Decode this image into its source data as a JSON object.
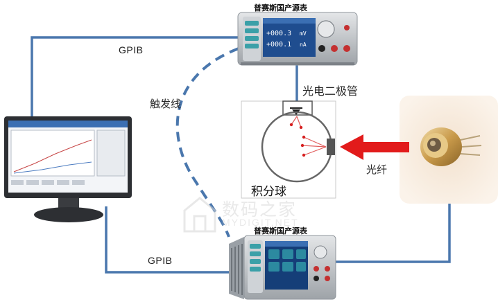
{
  "labels": {
    "smu_top": "普赛斯国产源表",
    "smu_bottom": "普赛斯国产源表",
    "gpib_top": "GPIB",
    "gpib_bottom": "GPIB",
    "trigger_line": "触发线",
    "photodiode": "光电二极管",
    "fiber": "光纤",
    "integrating_sphere": "积分球"
  },
  "smu_display": {
    "voltage_value": "+000.3",
    "voltage_unit": "mV",
    "current_value": "+000.1",
    "current_unit": "nA"
  },
  "watermark": {
    "main": "数码之家",
    "sub": "MYDIGIT.NET"
  },
  "colors": {
    "connection_line": "#4a77ad",
    "laser_arrow": "#e21b1b",
    "laser_glow": "#f6e8d8",
    "screen_blue": "#2a5ea8"
  },
  "icons": [
    "monitor-icon",
    "smu-device-icon",
    "integrating-sphere-icon",
    "laser-diode-icon",
    "watermark-house-icon"
  ]
}
